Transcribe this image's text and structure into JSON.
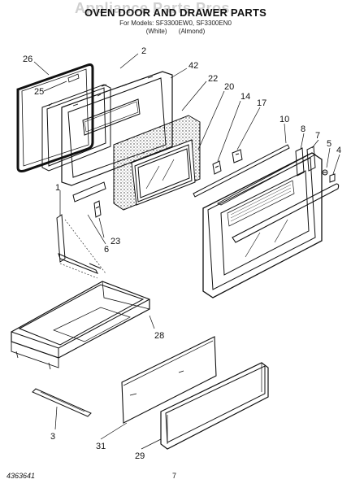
{
  "header": {
    "title": "OVEN DOOR AND DRAWER PARTS",
    "models": "For Models: SF3300EW0, SF3300EN0",
    "variants": [
      "(White)",
      "(Almond)"
    ]
  },
  "watermark": "Appliance Parts Pros",
  "callouts": [
    {
      "id": "c26",
      "label": "26"
    },
    {
      "id": "c25",
      "label": "25"
    },
    {
      "id": "c2",
      "label": "2"
    },
    {
      "id": "c42",
      "label": "42"
    },
    {
      "id": "c22",
      "label": "22"
    },
    {
      "id": "c20",
      "label": "20"
    },
    {
      "id": "c14",
      "label": "14"
    },
    {
      "id": "c17",
      "label": "17"
    },
    {
      "id": "c10",
      "label": "10"
    },
    {
      "id": "c8",
      "label": "8"
    },
    {
      "id": "c7",
      "label": "7"
    },
    {
      "id": "c5",
      "label": "5"
    },
    {
      "id": "c4",
      "label": "4"
    },
    {
      "id": "c1",
      "label": "1"
    },
    {
      "id": "c6",
      "label": "6"
    },
    {
      "id": "c23",
      "label": "23"
    },
    {
      "id": "c28",
      "label": "28"
    },
    {
      "id": "c3",
      "label": "3"
    },
    {
      "id": "c31",
      "label": "31"
    },
    {
      "id": "c29",
      "label": "29"
    }
  ],
  "footer": {
    "part_number": "4363641",
    "page_number": "7"
  },
  "colors": {
    "line": "#111111",
    "insulation_fill": "#cfcfcf",
    "watermark": "#9a9a9a"
  }
}
